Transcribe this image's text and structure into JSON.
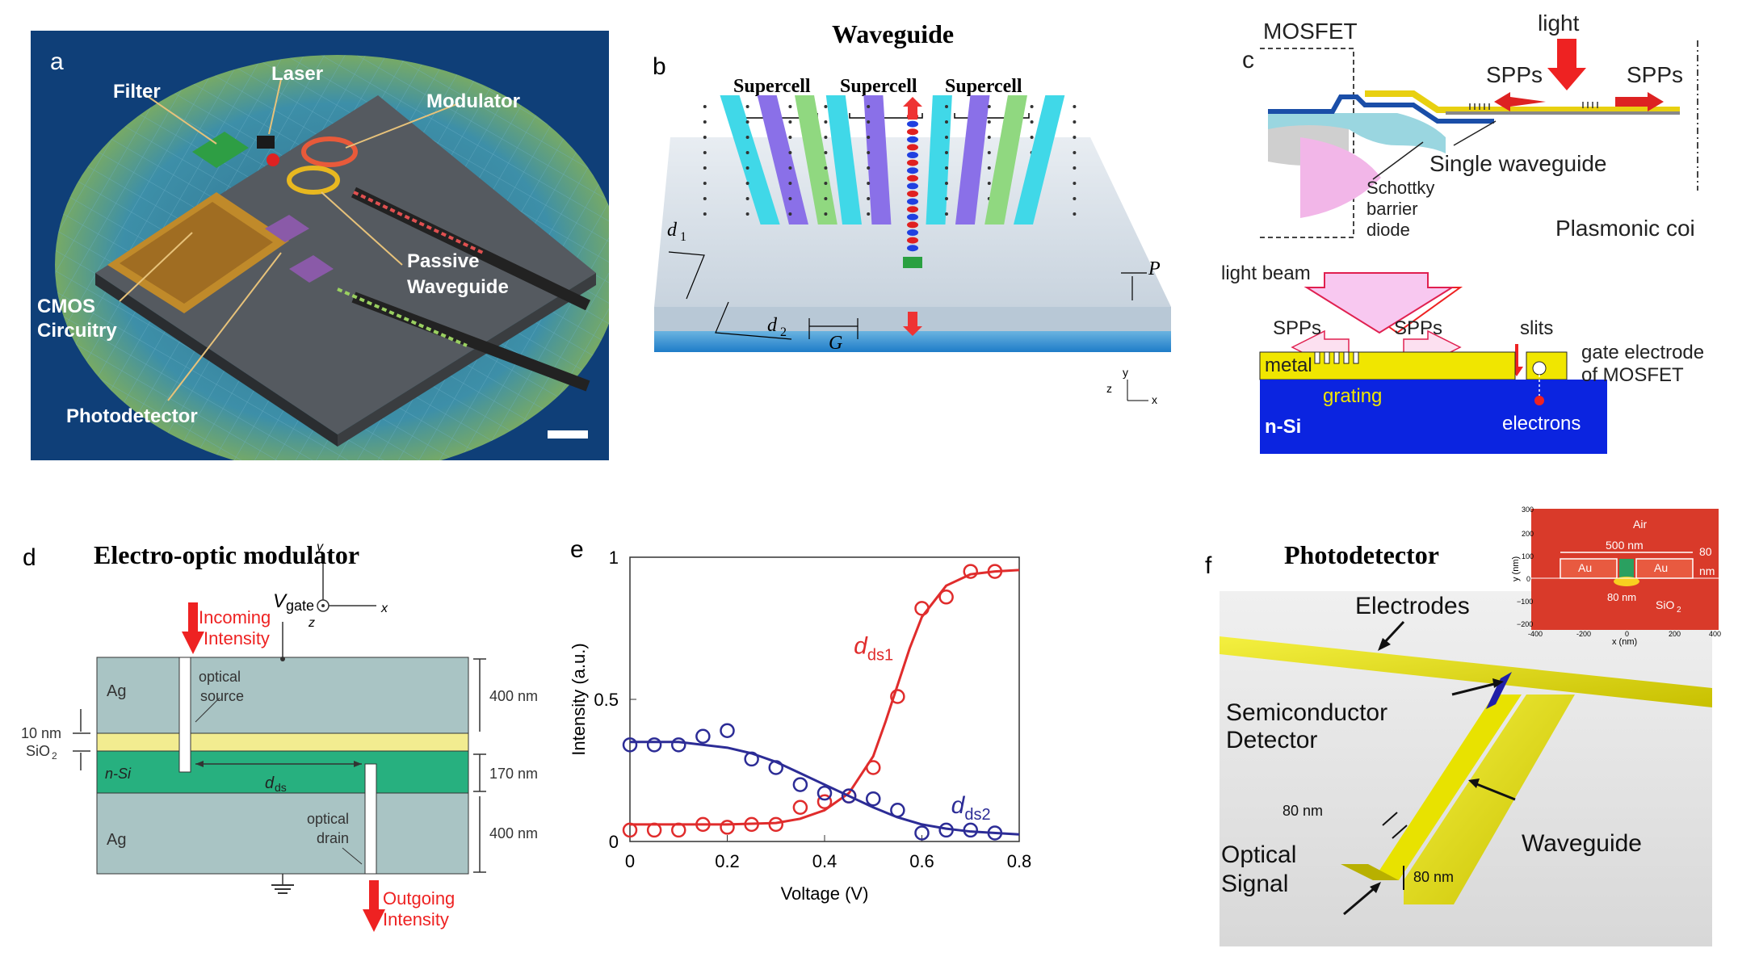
{
  "panel_a": {
    "letter": "a",
    "labels": {
      "filter": "Filter",
      "laser": "Laser",
      "modulator": "Modulator",
      "passive1": "Passive",
      "passive2": "Waveguide",
      "cmos1": "CMOS",
      "cmos2": "Circuitry",
      "photodetector": "Photodetector"
    }
  },
  "panel_b": {
    "letter": "b",
    "title": "Waveguide",
    "supercell": "Supercell",
    "d1": "d",
    "d1_sub": "1",
    "d2": "d",
    "d2_sub": "2",
    "G": "G",
    "P": "P",
    "axis_y": "y",
    "axis_z": "z",
    "axis_x": "x"
  },
  "panel_c": {
    "letter": "c",
    "mosfet": "MOSFET",
    "light": "light",
    "spps": "SPPs",
    "single_waveguide": "Single waveguide",
    "schottky1": "Schottky",
    "schottky2": "barrier",
    "schottky3": "diode",
    "plasmonic": "Plasmonic coi",
    "light_beam": "light beam",
    "slits": "slits",
    "gate1": "gate electrode",
    "gate2": "of MOSFET",
    "metal": "metal",
    "grating": "grating",
    "nsi": "n-Si",
    "electrons": "electrons"
  },
  "panel_d": {
    "letter": "d",
    "title": "Electro-optic modulator",
    "vgate": "V",
    "vgate_sub": "gate",
    "incoming1": "Incoming",
    "incoming2": "Intensity",
    "outgoing1": "Outgoing",
    "outgoing2": "Intensity",
    "ag": "Ag",
    "optical_source1": "optical",
    "optical_source2": "source",
    "optical_drain1": "optical",
    "optical_drain2": "drain",
    "nsi": "n-Si",
    "dds": "d",
    "dds_sub": "ds",
    "ten_nm": "10 nm",
    "sio2": "SiO",
    "sio2_sub": "2",
    "dim400a": "400 nm",
    "dim170": "170 nm",
    "dim400b": "400 nm",
    "axis_y": "y",
    "axis_z": "z",
    "axis_x": "x"
  },
  "panel_e": {
    "letter": "e"
  },
  "panel_f": {
    "letter": "f",
    "title": "Photodetector",
    "electrodes": "Electrodes",
    "semiconductor1": "Semiconductor",
    "semiconductor2": "Detector",
    "waveguide": "Waveguide",
    "optical1": "Optical",
    "optical2": "Signal",
    "w80": "80 nm",
    "h80": "80 nm",
    "inset": {
      "air": "Air",
      "w500": "500 nm",
      "au": "Au",
      "n80": "80",
      "nm": "nm",
      "g80": "80 nm",
      "sio2": "SiO",
      "sio2_sub": "2",
      "ylabel": "y (nm)",
      "xlabel": "x (nm)",
      "yticks": [
        "300",
        "200",
        "100",
        "0",
        "−100",
        "−200"
      ],
      "xticks": [
        "-400",
        "-200",
        "0",
        "200",
        "400"
      ]
    }
  },
  "chart_data": {
    "type": "line",
    "xlabel": "Voltage (V)",
    "ylabel": "Intensity (a.u.)",
    "xlim": [
      0,
      0.8
    ],
    "ylim": [
      0,
      1
    ],
    "xticks": [
      "0",
      "0.2",
      "0.4",
      "0.6",
      "0.8"
    ],
    "yticks": [
      "0",
      "0.5",
      "1"
    ],
    "series": [
      {
        "name": "d",
        "name_sub": "ds1",
        "color": "#e02c2c",
        "points_x": [
          0.0,
          0.05,
          0.1,
          0.15,
          0.2,
          0.25,
          0.3,
          0.35,
          0.4,
          0.45,
          0.5,
          0.55,
          0.6,
          0.65,
          0.7,
          0.75
        ],
        "points_y": [
          0.04,
          0.04,
          0.04,
          0.06,
          0.05,
          0.06,
          0.06,
          0.12,
          0.14,
          0.16,
          0.26,
          0.51,
          0.82,
          0.86,
          0.95,
          0.95
        ],
        "fit_x": [
          0.0,
          0.1,
          0.2,
          0.3,
          0.35,
          0.4,
          0.45,
          0.5,
          0.525,
          0.55,
          0.575,
          0.6,
          0.65,
          0.7,
          0.75,
          0.8
        ],
        "fit_y": [
          0.06,
          0.06,
          0.06,
          0.065,
          0.08,
          0.11,
          0.17,
          0.3,
          0.42,
          0.55,
          0.68,
          0.79,
          0.9,
          0.94,
          0.95,
          0.955
        ]
      },
      {
        "name": "d",
        "name_sub": "ds2",
        "color": "#2c2c96",
        "points_x": [
          0.0,
          0.05,
          0.1,
          0.15,
          0.2,
          0.25,
          0.3,
          0.35,
          0.4,
          0.45,
          0.5,
          0.55,
          0.6,
          0.65,
          0.7,
          0.75
        ],
        "points_y": [
          0.34,
          0.34,
          0.34,
          0.37,
          0.39,
          0.29,
          0.26,
          0.2,
          0.17,
          0.16,
          0.15,
          0.11,
          0.03,
          0.04,
          0.04,
          0.03
        ],
        "fit_x": [
          0.0,
          0.1,
          0.2,
          0.25,
          0.3,
          0.35,
          0.4,
          0.45,
          0.5,
          0.55,
          0.6,
          0.65,
          0.7,
          0.8
        ],
        "fit_y": [
          0.35,
          0.35,
          0.33,
          0.31,
          0.28,
          0.24,
          0.2,
          0.16,
          0.12,
          0.085,
          0.06,
          0.045,
          0.035,
          0.025
        ]
      }
    ]
  }
}
